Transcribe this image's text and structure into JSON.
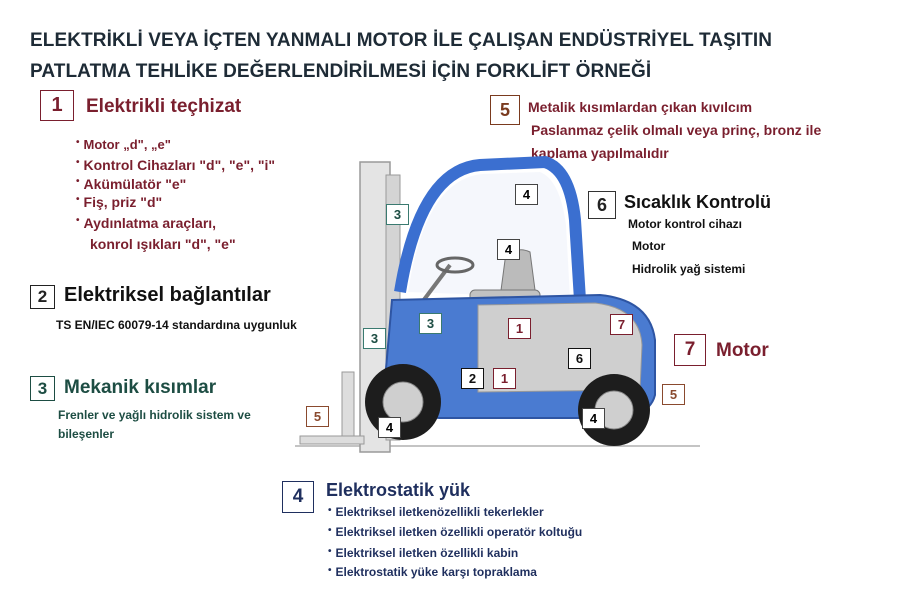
{
  "title": {
    "line1": "ELEKTRİKLİ VEYA İÇTEN YANMALI MOTOR İLE ÇALIŞAN ENDÜSTRİYEL TAŞITIN",
    "line2": "PATLATMA TEHLİKE DEĞERLENDİRİLMESİ İÇİN FORKLİFT ÖRNEĞİ"
  },
  "colors": {
    "maroon": "#7a1f2e",
    "dark_green": "#1d4d43",
    "navy": "#1f2f5e",
    "forklift_blue": "#4a7bd1"
  },
  "sections": {
    "s1": {
      "num": "1",
      "title": "Elektrikli teçhizat",
      "items": [
        "Motor „d\", „e\"",
        "Kontrol Cihazları \"d\", \"e\", \"i\"",
        "Akümülatör \"e\"",
        "Fiş, priz \"d\"",
        "Aydınlatma araçları,",
        "konrol ışıkları \"d\", \"e\""
      ]
    },
    "s2": {
      "num": "2",
      "title": "Elektriksel bağlantılar",
      "text": "TS EN/IEC 60079-14 standardına uygunluk"
    },
    "s3": {
      "num": "3",
      "title": "Mekanik kısımlar",
      "text1": "Frenler ve yağlı hidrolik sistem ve",
      "text2": "bileşenler"
    },
    "s4": {
      "num": "4",
      "title": "Elektrostatik yük",
      "items": [
        "Elektriksel iletkenözellikli tekerlekler",
        "Elektriksel iletken özellikli operatör koltuğu",
        "Elektriksel iletken özellikli kabin",
        "Elektrostatik yüke karşı topraklama"
      ]
    },
    "s5": {
      "num": "5",
      "line1": "Metalik kısımlardan çıkan kıvılcım",
      "line2": "Paslanmaz çelik olmalı veya prinç, bronz ile",
      "line3": "kaplama yapılmalıdır"
    },
    "s6": {
      "num": "6",
      "title": "Sıcaklık Kontrolü",
      "items": [
        "Motor kontrol cihazı",
        "Motor",
        "Hidrolik yağ sistemi"
      ]
    },
    "s7": {
      "num": "7",
      "title": "Motor"
    }
  },
  "forklift_labels": [
    "4",
    "3",
    "4",
    "3",
    "3",
    "1",
    "7",
    "6",
    "2",
    "1",
    "5",
    "4",
    "4",
    "5"
  ]
}
